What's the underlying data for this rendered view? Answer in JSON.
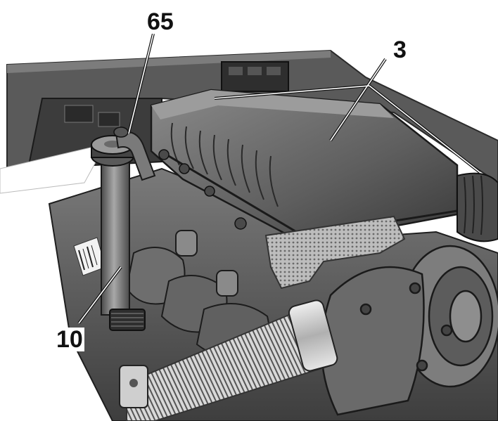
{
  "callouts": {
    "label_65": "65",
    "label_3": "3",
    "label_10": "10"
  },
  "colors": {
    "engine_dark": "#3a3a3a",
    "engine_mid": "#6b6b6b",
    "engine_light": "#9a9a9a",
    "leader_line": "#ffffff",
    "label_text": "#111111"
  }
}
